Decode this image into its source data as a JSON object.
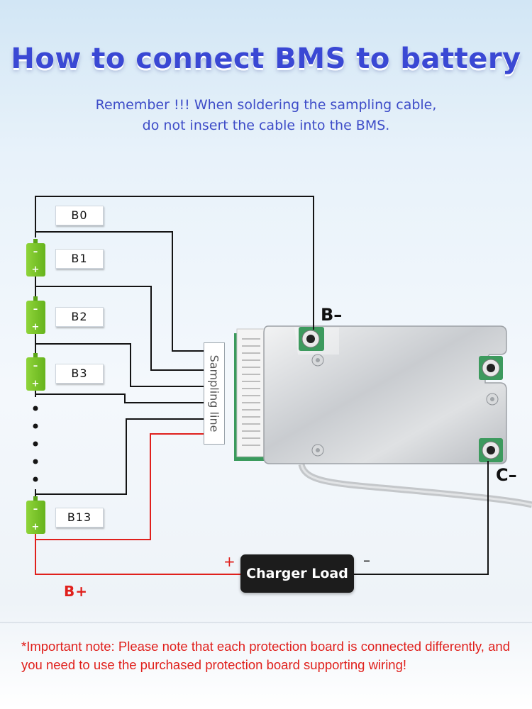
{
  "title": "How to connect BMS to battery",
  "subtitle": {
    "line1": "Remember !!!  When soldering the sampling cable,",
    "line2": "do not insert the cable into the BMS."
  },
  "labels": [
    "B0",
    "B1",
    "B2",
    "B3",
    "B13"
  ],
  "terminals": {
    "b_minus": "B–",
    "c_minus": "C–",
    "b_plus": "B+"
  },
  "sampling_label": "Sampling line",
  "charger": {
    "label": "Charger Load",
    "plus": "+",
    "minus": "–"
  },
  "battery_icon": {
    "minus": "–",
    "plus": "+"
  },
  "note": "*Important note: Please note that each protection board is connected differently, and you need to use the purchased protection board supporting wiring!",
  "colors": {
    "title": "#3a48d4",
    "battery": "#7cc62a",
    "positive_wire": "#e0201c",
    "note": "#e0201c"
  }
}
